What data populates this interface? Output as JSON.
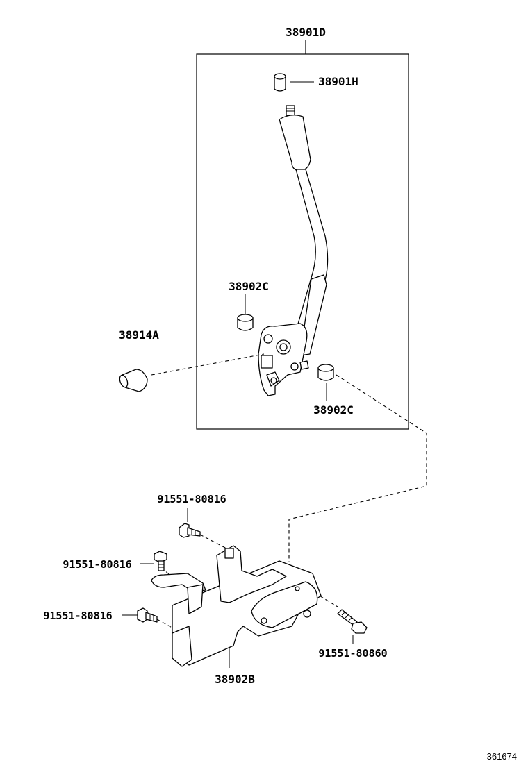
{
  "labels": {
    "assembly": "38901D",
    "knob": "38901H",
    "bushing_upper": "38902C",
    "pin": "38914A",
    "bushing_lower": "38902C",
    "bolt_top": "91551-80816",
    "bolt_left": "91551-80816",
    "bolt_lower_left": "91551-80816",
    "bolt_long": "91551-80860",
    "bracket": "38902B"
  },
  "reference_number": "361674"
}
